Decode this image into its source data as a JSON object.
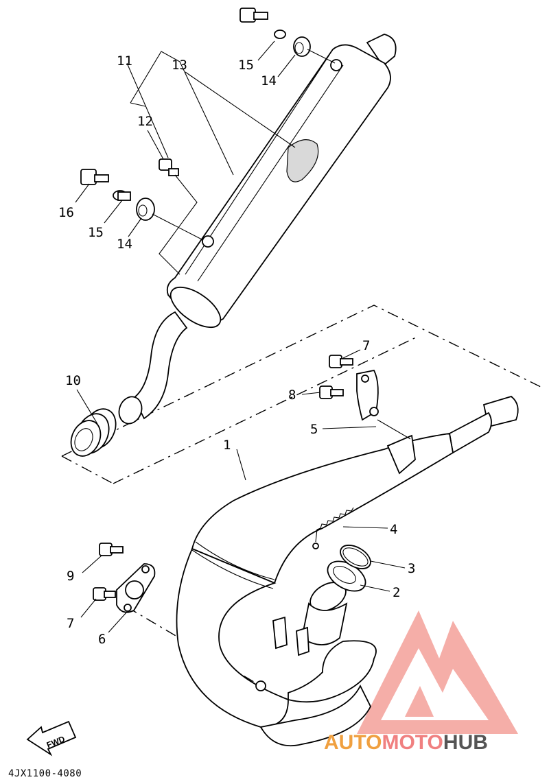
{
  "diagram": {
    "part_labels": {
      "p1": "1",
      "p2": "2",
      "p3": "3",
      "p4": "4",
      "p5": "5",
      "p6": "6",
      "p7a": "7",
      "p7b": "7",
      "p8": "8",
      "p9": "9",
      "p10": "10",
      "p11": "11",
      "p12": "12",
      "p13": "13",
      "p14a": "14",
      "p14b": "14",
      "p15a": "15",
      "p15b": "15",
      "p16": "16"
    },
    "fwd_label": "FWD",
    "drawing_code": "4JX1100-4080"
  },
  "watermark": {
    "part1": "AUTO",
    "part2": "MOTO",
    "part3": "HUB",
    "colors": {
      "auto": "#f0a040",
      "moto": "#f08080",
      "hub": "#555555",
      "logo": "#f4a09a"
    }
  }
}
